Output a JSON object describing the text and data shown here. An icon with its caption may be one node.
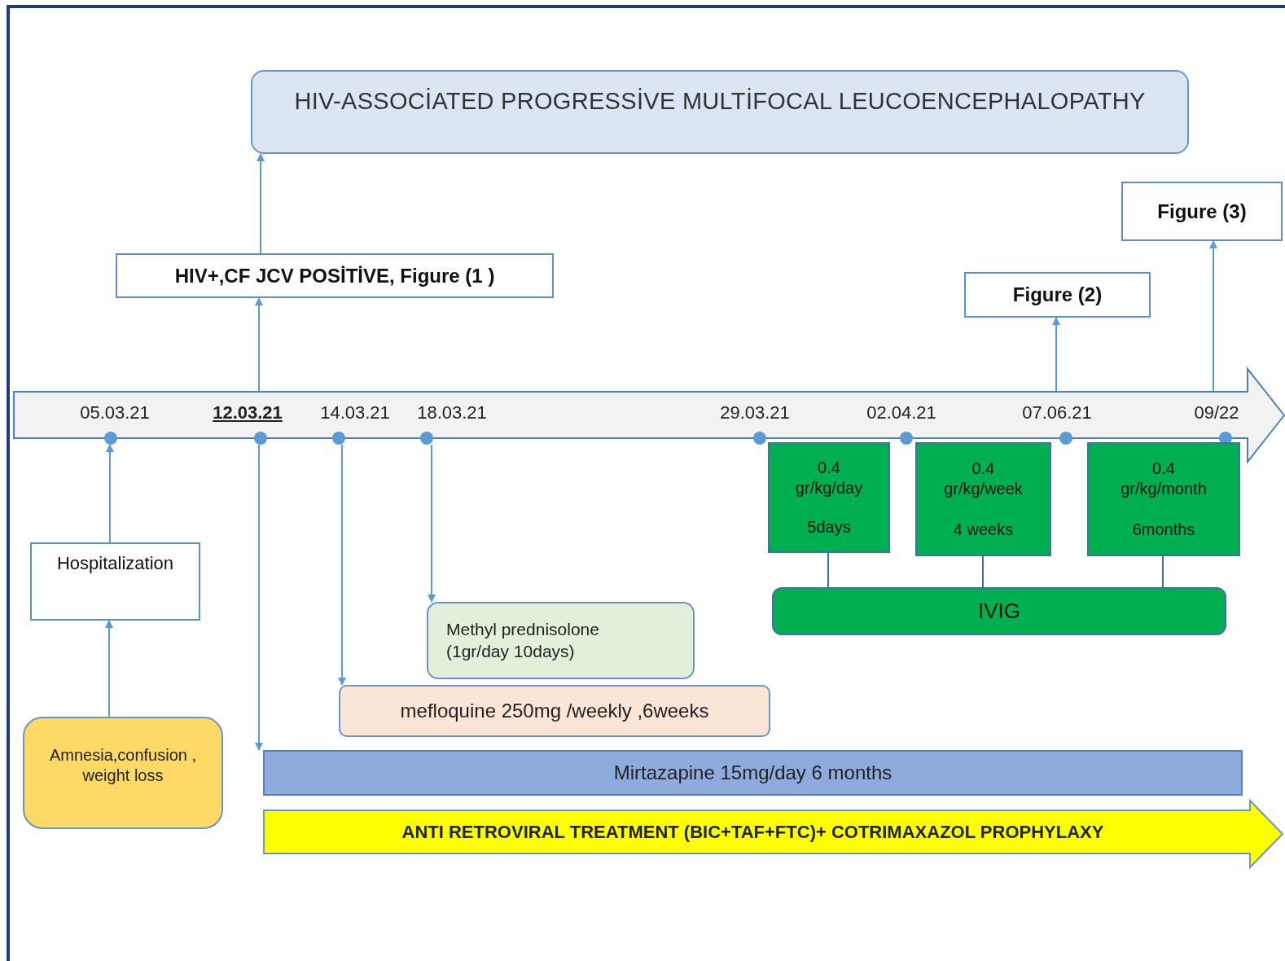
{
  "diagram": {
    "nodes": [
      {
        "text": [
          "HIV-ASSOCİATED PROGRESSİVE MULTİFOCAL LEUCOENCEPHALOPATHY"
        ]
      },
      {
        "text": [
          "HIV+,CF JCV POSİTİVE, Figure (1 )"
        ]
      },
      {
        "text": [
          "Figure (2)"
        ]
      },
      {
        "text": [
          "Figure (3)"
        ]
      },
      {
        "text": [
          "05.03.21",
          "12.03.21",
          "14.03.21",
          "18.03.21",
          "29.03.21",
          "02.04.21",
          "07.06.21",
          "09/22"
        ]
      },
      {
        "text": [],
        "shape": "circle",
        "in": 4
      },
      {
        "text": [],
        "shape": "circle",
        "in": 4
      },
      {
        "text": [],
        "shape": "circle",
        "in": 4
      },
      {
        "text": [],
        "shape": "circle",
        "in": 4
      },
      {
        "text": [],
        "shape": "circle",
        "in": 4
      },
      {
        "text": [],
        "shape": "circle",
        "in": 4
      },
      {
        "text": [],
        "shape": "circle",
        "in": 4
      },
      {
        "text": [],
        "shape": "circle",
        "in": 4
      },
      {
        "text": [
          "Hospitalization"
        ]
      },
      {
        "text": [
          "Amnesia,confusion , weight loss"
        ]
      },
      {
        "text": [
          "Methyl prednisolone (1gr/day 10days)"
        ]
      },
      {
        "text": [
          "mefloquine 250mg /weekly ,6weeks"
        ]
      },
      {
        "text": [
          "Mirtazapine 15mg/day 6 months"
        ]
      },
      {
        "text": [
          "ANTI RETROVIRAL TREATMENT (BIC+TAF+FTC)+ COTRIMAXAZOL PROPHYLAXY"
        ]
      },
      {
        "text": [
          "0.4 gr/kg/day",
          "5days"
        ]
      },
      {
        "text": [
          "0.4 gr/kg/week",
          "4 weeks"
        ]
      },
      {
        "text": [
          "0.4 gr/kg/month",
          "6months"
        ]
      },
      {
        "text": [
          "IVIG"
        ]
      }
    ],
    "edges": [
      {
        "from": 14,
        "to": 13,
        "arrow": "to"
      },
      {
        "from": 13,
        "to": 5,
        "arrow": "to"
      },
      {
        "from": 4,
        "to": 1,
        "arrow": "to"
      },
      {
        "from": 1,
        "to": 0,
        "arrow": "to"
      },
      {
        "from": 6,
        "to": 17,
        "arrow": "to"
      },
      {
        "from": 7,
        "to": 16,
        "arrow": "to"
      },
      {
        "from": 8,
        "to": 15,
        "arrow": "to"
      },
      {
        "from": 4,
        "to": 2,
        "arrow": "to"
      },
      {
        "from": 4,
        "to": 3,
        "arrow": "to"
      },
      {
        "from": 19,
        "to": 22,
        "arrow": "none"
      },
      {
        "from": 20,
        "to": 22,
        "arrow": "none"
      },
      {
        "from": 21,
        "to": 22,
        "arrow": "none"
      }
    ]
  }
}
